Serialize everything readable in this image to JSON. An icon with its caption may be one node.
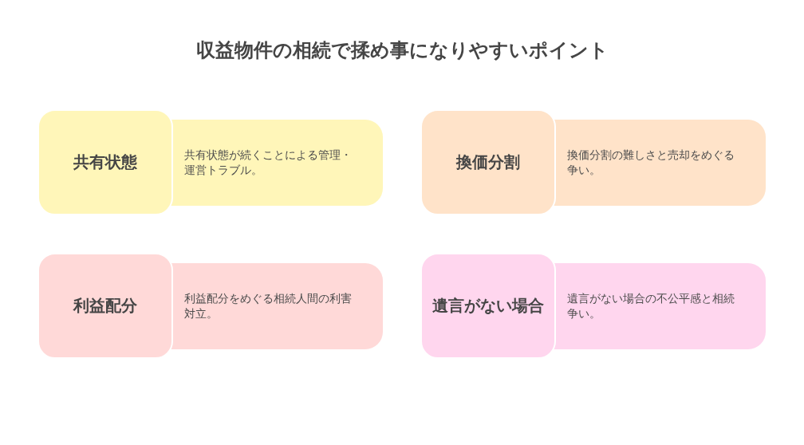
{
  "diagram": {
    "title": "収益物件の相続で揉め事になりやすいポイント",
    "nodes": [
      {
        "text": [
          "共有状態"
        ]
      },
      {
        "text": [
          "共有状態が続くことによる管理・運営トラブル。"
        ]
      },
      {
        "text": [
          "換価分割"
        ]
      },
      {
        "text": [
          "換価分割の難しさと売却をめぐる争い。"
        ]
      },
      {
        "text": [
          "利益配分"
        ]
      },
      {
        "text": [
          "利益配分をめぐる相続人間の利害対立。"
        ]
      },
      {
        "text": [
          "遺言がない場合"
        ]
      },
      {
        "text": [
          "遺言がない場合の不公平感と相続争い。"
        ]
      }
    ]
  }
}
